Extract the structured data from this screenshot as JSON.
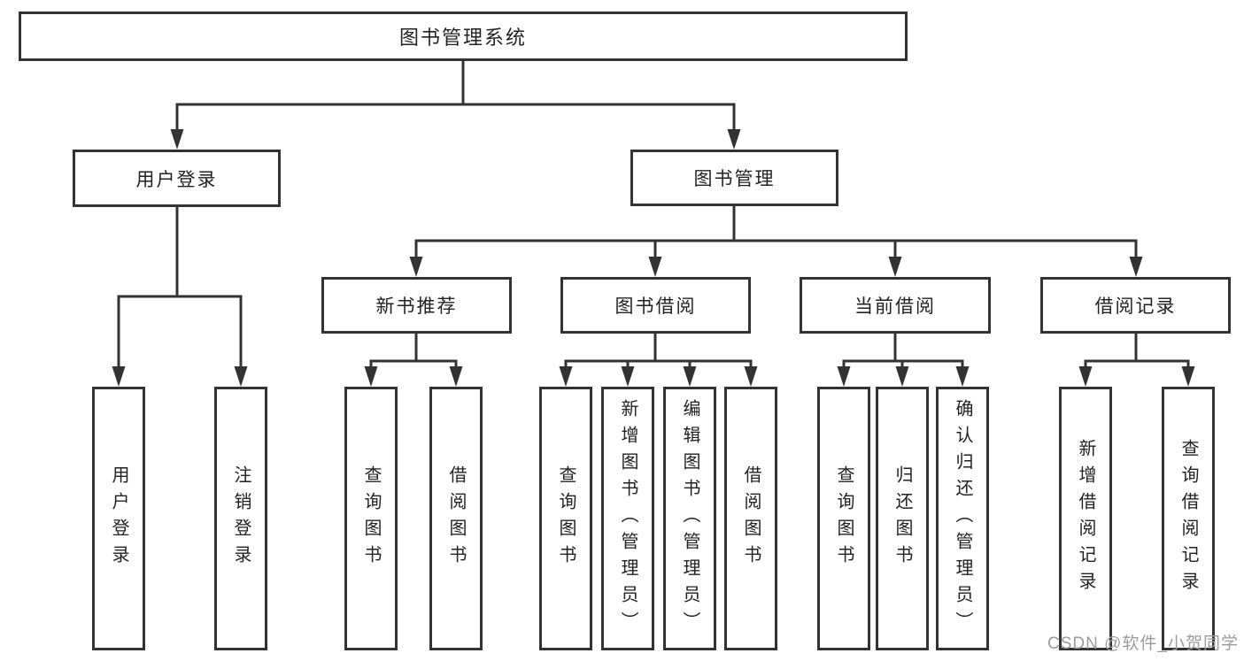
{
  "diagram": {
    "root": {
      "label": "图书管理系统",
      "children": [
        {
          "label": "用户登录",
          "children": [
            {
              "label": "用户登录"
            },
            {
              "label": "注销登录"
            }
          ]
        },
        {
          "label": "图书管理",
          "children": [
            {
              "label": "新书推荐",
              "children": [
                {
                  "label": "查询图书"
                },
                {
                  "label": "借阅图书"
                }
              ]
            },
            {
              "label": "图书借阅",
              "children": [
                {
                  "label": "查询图书"
                },
                {
                  "label": "新增图书（管理员）"
                },
                {
                  "label": "编辑图书（管理员）"
                },
                {
                  "label": "借阅图书"
                }
              ]
            },
            {
              "label": "当前借阅",
              "children": [
                {
                  "label": "查询图书"
                },
                {
                  "label": "归还图书"
                },
                {
                  "label": "确认归还（管理员）"
                }
              ]
            },
            {
              "label": "借阅记录",
              "children": [
                {
                  "label": "新增借阅记录"
                },
                {
                  "label": "查询借阅记录"
                }
              ]
            }
          ]
        }
      ]
    }
  },
  "watermark": {
    "text": "CSDN @软件_小贺同学"
  },
  "colors": {
    "line": "#333333",
    "box_border": "#333333",
    "text": "#222222",
    "watermark": "#9c9c9c",
    "background": "#ffffff"
  }
}
